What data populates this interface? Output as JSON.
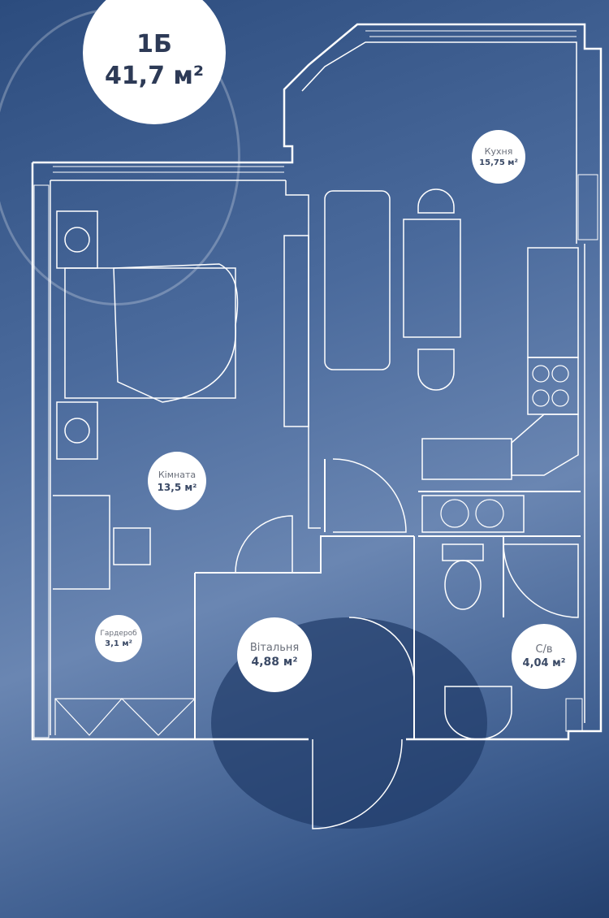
{
  "apartment": {
    "type": "1Б",
    "total_area": "41,7 м²"
  },
  "rooms": [
    {
      "name": "Кухня",
      "area": "15,75 м²"
    },
    {
      "name": "Кімната",
      "area": "13,5 м²"
    },
    {
      "name": "Гардероб",
      "area": "3,1 м²"
    },
    {
      "name": "Вітальня",
      "area": "4,88 м²"
    },
    {
      "name": "С/в",
      "area": "4,04 м²"
    }
  ],
  "colors": {
    "background": "#4a6a9c",
    "walls": "#ffffff",
    "badge": "#ffffff",
    "text": "#3b4a66"
  }
}
